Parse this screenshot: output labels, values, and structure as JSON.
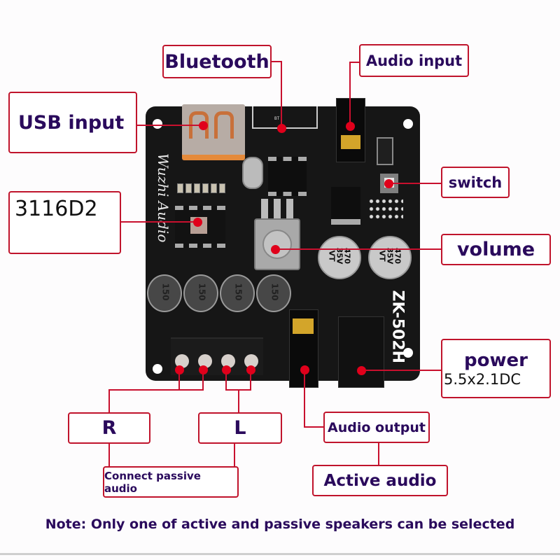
{
  "labels": {
    "bluetooth": "Bluetooth",
    "audio_input": "Audio input",
    "usb_input": "USB input",
    "chip": "3116D2",
    "switch": "switch",
    "volume": "volume",
    "power_title": "power",
    "power_spec": "5.5x2.1DC",
    "right_channel": "R",
    "left_channel": "L",
    "connect_passive": "Connect passive audio",
    "audio_output": "Audio output",
    "active_audio": "Active audio"
  },
  "board": {
    "model": "ZK-502H",
    "brand_script": "Wuzhi Audio",
    "capacitor_label": [
      "470",
      "35V",
      "VT"
    ],
    "inductor_label": "150",
    "bt_silk": "BT",
    "colors": {
      "pcb": "#161616",
      "leader_line": "#c8102e",
      "dot": "#e0001b",
      "label_text": "#2a0a5c",
      "label_border": "#c0142c"
    }
  },
  "note": "Note: Only one of active and passive speakers can be selected"
}
